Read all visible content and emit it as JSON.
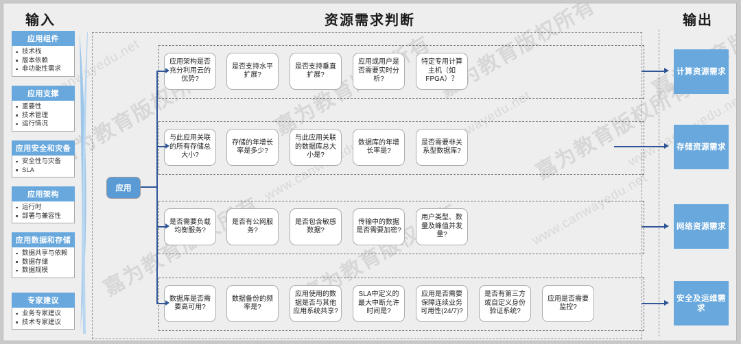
{
  "headers": {
    "input": "输入",
    "center": "资源需求判断",
    "output": "输出"
  },
  "watermarks": {
    "brand": "嘉为教育版权所有",
    "url": "www.canwayedu.net"
  },
  "colors": {
    "accent_blue": "#68a8dd",
    "node_blue": "#5b9bd5",
    "connector": "#2f5597",
    "canvas": "#eeeeee",
    "card_border": "#a8adb1",
    "group_border": "#6f7477"
  },
  "app_node": {
    "label": "应用"
  },
  "input_groups": [
    {
      "title": "应用组件",
      "items": [
        "技术栈",
        "版本依赖",
        "非功能性需求"
      ]
    },
    {
      "title": "应用支撑",
      "items": [
        "重要性",
        "技术管理",
        "运行情况"
      ]
    },
    {
      "title": "应用安全和灾备",
      "items": [
        "安全性与灾备",
        "SLA"
      ]
    },
    {
      "title": "应用架构",
      "items": [
        "运行时",
        "部署与兼容性"
      ]
    },
    {
      "title": "应用数据和存储",
      "items": [
        "数据共享与依赖",
        "数据存储",
        "数据规模"
      ]
    },
    {
      "title": "专家建议",
      "items": [
        "业务专家建议",
        "技术专家建议"
      ]
    }
  ],
  "rows": [
    {
      "name": "compute",
      "questions": [
        "应用架构是否充分利用云的优势?",
        "是否支持水平扩展?",
        "是否支持垂直扩展?",
        "应用或用户是否需要实时分析?",
        "特定专用计算主机（如FPGA）？"
      ]
    },
    {
      "name": "storage",
      "questions": [
        "与此应用关联的所有存储总大小?",
        "存储的年增长率是多少?",
        "与此应用关联的数据库总大小是?",
        "数据库的年增长率是?",
        "是否需要非关系型数据库?"
      ]
    },
    {
      "name": "network",
      "questions": [
        "是否需要负载均衡服务?",
        "是否有公网服务?",
        "是否包含敏感数据?",
        "传输中的数据是否需要加密?",
        "用户类型、数量及峰值并发量?"
      ]
    },
    {
      "name": "security-ops",
      "questions": [
        "数据库是否需要高可用?",
        "数据备份的频率是?",
        "应用使用的数据是否与其他应用系统共享?",
        "SLA中定义的最大中断允许时间是?",
        "应用是否需要保障连续业务可用性(24/7)?",
        "是否有第三方或自定义身份验证系统?",
        "应用是否需要监控?"
      ]
    }
  ],
  "outputs": [
    {
      "label": "计算资源需求"
    },
    {
      "label": "存储资源需求"
    },
    {
      "label": "网络资源需求"
    },
    {
      "label": "安全及运维需求"
    }
  ]
}
